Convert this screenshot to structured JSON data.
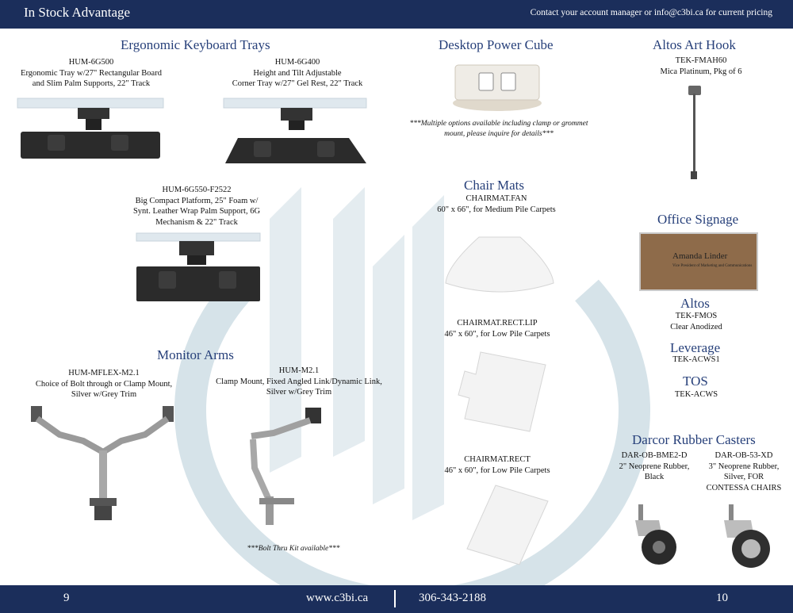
{
  "header": {
    "title": "In Stock Advantage",
    "contact": "Contact your account manager or info@c3bi.ca for current pricing"
  },
  "footer": {
    "page_left": "9",
    "website": "www.c3bi.ca",
    "phone": "306-343-2188",
    "page_right": "10"
  },
  "colors": {
    "navy": "#1b2e5b",
    "heading": "#27407a",
    "watermark": "#cfdde4"
  },
  "keyboard_trays": {
    "heading": "Ergonomic Keyboard Trays",
    "items": [
      {
        "sku": "HUM-6G500",
        "line1": "Ergonomic Tray w/27\" Rectangular  Board",
        "line2": "and Slim Palm Supports, 22\" Track"
      },
      {
        "sku": "HUM-6G400",
        "line1": "Height and Tilt Adjustable",
        "line2": "Corner Tray w/27\" Gel Rest, 22\" Track"
      },
      {
        "sku": "HUM-6G550-F2522",
        "line1": "Big Compact Platform, 25\" Foam w/",
        "line2": "Synt. Leather Wrap Palm Support, 6G",
        "line3": "Mechanism & 22\" Track"
      }
    ]
  },
  "monitor_arms": {
    "heading": "Monitor Arms",
    "items": [
      {
        "sku": "HUM-MFLEX-M2.1",
        "line1": "Choice of Bolt through or Clamp Mount,",
        "line2": "Silver w/Grey Trim"
      },
      {
        "sku": "HUM-M2.1",
        "line1": "Clamp Mount, Fixed Angled Link/Dynamic Link,",
        "line2": "Silver w/Grey Trim"
      }
    ],
    "note": "***Bolt Thru Kit available***"
  },
  "power_cube": {
    "heading": "Desktop Power Cube",
    "note_line1": "***Multiple options available including clamp or grommet",
    "note_line2": "mount, please inquire for details***"
  },
  "chair_mats": {
    "heading": "Chair Mats",
    "items": [
      {
        "sku": "CHAIRMAT.FAN",
        "desc": "60\" x 66\", for Medium Pile Carpets"
      },
      {
        "sku": "CHAIRMAT.RECT.LIP",
        "desc": "46\" x 60\", for Low Pile Carpets"
      },
      {
        "sku": "CHAIRMAT.RECT",
        "desc": "46\" x 60\", for Low Pile Carpets"
      }
    ]
  },
  "art_hook": {
    "heading": "Altos Art Hook",
    "sku": "TEK-FMAH60",
    "desc": "Mica Platinum, Pkg of 6"
  },
  "signage": {
    "heading": "Office Signage",
    "sign_name": "Amanda Linder",
    "sign_title": "Vice President of Marketing and Communications",
    "altos_heading": "Altos",
    "altos_sku": "TEK-FMOS",
    "altos_desc": "Clear Anodized",
    "leverage_heading": "Leverage",
    "leverage_sku": "TEK-ACWS1",
    "tos_heading": "TOS",
    "tos_sku": "TEK-ACWS"
  },
  "casters": {
    "heading": "Darcor Rubber Casters",
    "items": [
      {
        "sku": "DAR-OB-BME2-D",
        "line1": "2\" Neoprene Rubber,",
        "line2": "Black"
      },
      {
        "sku": "DAR-OB-53-XD",
        "line1": "3\" Neoprene Rubber,",
        "line2": "Silver, FOR",
        "line3": "CONTESSA CHAIRS"
      }
    ]
  }
}
